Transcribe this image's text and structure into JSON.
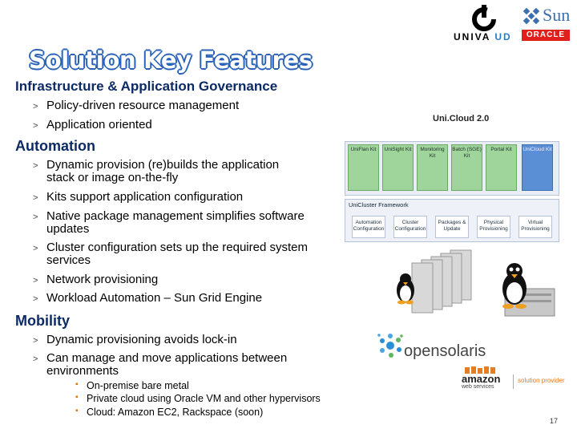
{
  "logos": {
    "univa": "UNIVA",
    "univa_ud": "UD",
    "sun": "Sun",
    "oracle": "ORACLE",
    "opensolaris": "opensolaris",
    "amazon_word": "amazon",
    "amazon_sub": "web services",
    "solution_provider": "solution provider"
  },
  "title": "Solution Key Features",
  "sections": {
    "infra": {
      "heading": "Infrastructure & Application Governance",
      "bullets": [
        "Policy-driven resource management",
        "Application oriented"
      ]
    },
    "automation": {
      "heading": "Automation",
      "bullets": [
        [
          "Dynamic provision (re)builds the application",
          "stack or image on-the-fly"
        ],
        [
          "Kits support application configuration"
        ],
        [
          "Native package management simplifies software",
          "updates"
        ],
        [
          "Cluster configuration sets up the required system",
          "services"
        ],
        [
          "Network provisioning"
        ],
        [
          "Workload Automation – Sun Grid Engine"
        ]
      ]
    },
    "mobility": {
      "heading": "Mobility",
      "bullets": [
        [
          "Dynamic provisioning avoids lock-in"
        ],
        [
          "Can manage and move applications between",
          "environments"
        ]
      ],
      "sub_bullets": [
        "On-premise bare metal",
        "Private cloud using Oracle VM and other hypervisors",
        "Cloud: Amazon EC2, Rackspace (soon)"
      ]
    }
  },
  "diagram": {
    "label": "Uni.Cloud 2.0",
    "kits": [
      "UniFlan Kit",
      "UniSight Kit",
      "Monitoring Kit",
      "Batch (SGE) Kit",
      "Portal Kit",
      "UniCloud Kit"
    ],
    "framework_title": "UniCluster Framework",
    "framework_items": [
      "Automation Configuration",
      "Cluster Configuration",
      "Packages & Update",
      "Physical Provisioning",
      "Virtual Provisioning"
    ]
  },
  "page_number": "17",
  "colors": {
    "title_outline": "#2a62b8",
    "heading": "#0c2a66",
    "kit_green": "#9fd49a",
    "kit_blue": "#5a8fd6",
    "oracle_red": "#e1201c",
    "bullet_marker": "#e07010"
  }
}
